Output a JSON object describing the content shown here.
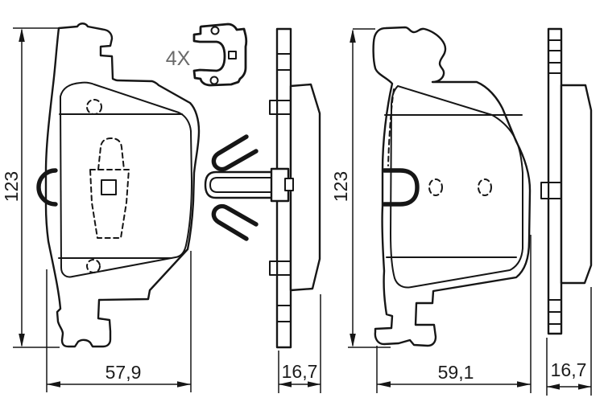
{
  "drawing": {
    "kind": "disc brake pad set technical line drawing",
    "colors": {
      "background": "#ffffff",
      "line": "#161616",
      "dimension_text": "#1c1c1c",
      "quantity_text": "#6a6a6a"
    }
  },
  "views": {
    "left_pad_front": {
      "height_mm": "123",
      "width_mm": "57,9"
    },
    "left_pad_profile": {
      "thickness_mm": "16,7"
    },
    "right_pad_front": {
      "height_mm": "123",
      "width_mm": "59,1"
    },
    "right_pad_profile": {
      "thickness_mm": "16,7"
    },
    "accessory_clip": {
      "quantity_label": "4X"
    }
  }
}
